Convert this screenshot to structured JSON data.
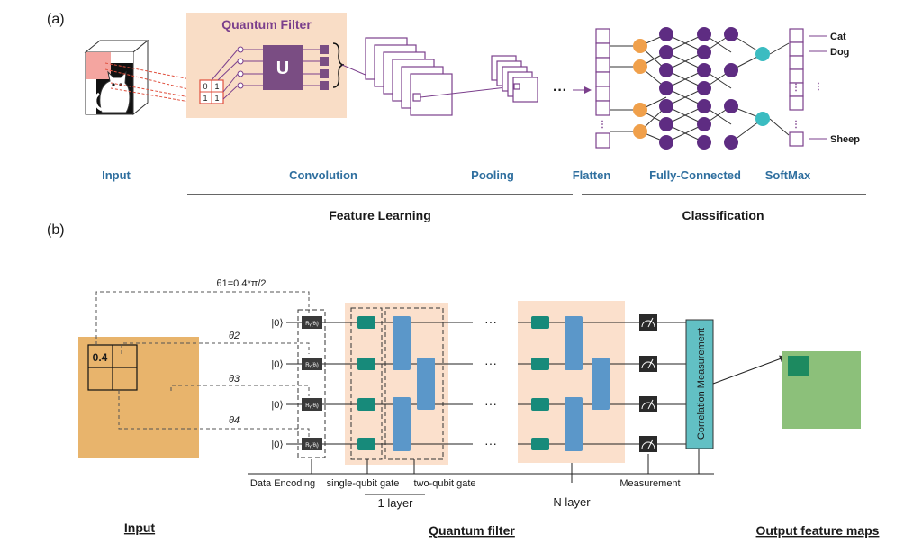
{
  "panel_a": {
    "label": "(a)",
    "filter_title": "Quantum Filter",
    "unitary": "U",
    "patch": [
      "0",
      "1",
      "1",
      "1"
    ],
    "ellipsis": "···",
    "stages": {
      "input": "Input",
      "convolution": "Convolution",
      "pooling": "Pooling",
      "flatten": "Flatten",
      "fully_connected": "Fully-Connected",
      "softmax": "SoftMax"
    },
    "groups": {
      "feature_learning": "Feature Learning",
      "classification": "Classification"
    },
    "outputs": [
      "Cat",
      "Dog",
      "Sheep"
    ],
    "colors": {
      "filter_bg": "#f9ddc6",
      "purple": "#7b3f8c",
      "unitary_box": "#7a4d83",
      "orange": "#f0a04b",
      "teal": "#3bbcc1",
      "label_blue": "#2f6f9f"
    }
  },
  "panel_b": {
    "label": "(b)",
    "input_value": "0.4",
    "theta1_label": "θ1=0.4*π/2",
    "thetas": [
      "θ2",
      "θ3",
      "θ4"
    ],
    "ket": "|0⟩",
    "rotation_gate": "Rᵧ(θᵢ)",
    "ellipsis": "···",
    "correlation": "Correlation Measurement",
    "annotations": {
      "data_encoding": "Data Encoding",
      "single_qubit": "single-qubit gate",
      "two_qubit": "two-qubit gate",
      "one_layer": "1 layer",
      "n_layer": "N layer",
      "measurement": "Measurement"
    },
    "bottom": {
      "input": "Input",
      "quantum_filter": "Quantum filter",
      "output": "Output feature maps"
    },
    "colors": {
      "input_grid": "#e8b46c",
      "layer_bg": "#fbe0cc",
      "single_gate": "#178a7a",
      "two_gate": "#5b97c9",
      "correlation_box": "#62c0c4",
      "output_map": "#8cc07a",
      "output_cell": "#1d8a60"
    }
  }
}
